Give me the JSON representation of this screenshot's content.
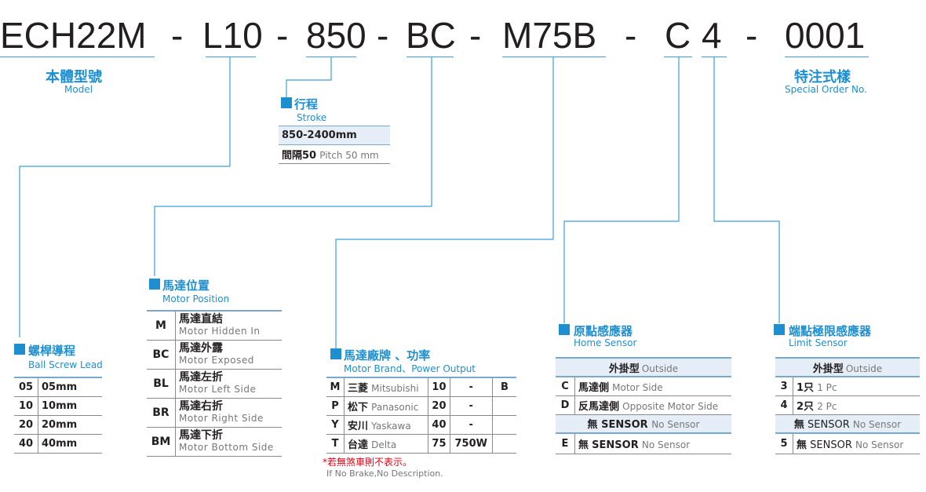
{
  "code": {
    "model": "ECH22M",
    "dash": "-",
    "lead": "L10",
    "stroke": "850",
    "position": "BC",
    "motor": "M75B",
    "home": "C",
    "limit": "4",
    "special": "0001"
  },
  "model": {
    "cn": "本體型號",
    "en": "Model"
  },
  "special": {
    "cn": "特注式樣",
    "en": "Special Order No."
  },
  "stroke": {
    "cn": "行程",
    "en": "Stroke",
    "range": "850-2400mm",
    "pitch_cn": "間隔50",
    "pitch_en": "Pitch 50 mm"
  },
  "lead": {
    "cn": "螺桿導程",
    "en": "Ball Screw Lead",
    "rows": [
      {
        "k": "05",
        "v": "05mm"
      },
      {
        "k": "10",
        "v": "10mm"
      },
      {
        "k": "20",
        "v": "20mm"
      },
      {
        "k": "40",
        "v": "40mm"
      }
    ]
  },
  "position": {
    "cn": "馬達位置",
    "en": "Motor Position",
    "rows": [
      {
        "k": "M",
        "cn": "馬達直結",
        "en": "Motor Hidden In"
      },
      {
        "k": "BC",
        "cn": "馬達外露",
        "en": "Motor Exposed"
      },
      {
        "k": "BL",
        "cn": "馬達左折",
        "en": "Motor Left Side"
      },
      {
        "k": "BR",
        "cn": "馬達右折",
        "en": "Motor Right Side"
      },
      {
        "k": "BM",
        "cn": "馬達下折",
        "en": "Motor Bottom Side"
      }
    ]
  },
  "motor": {
    "cn": "馬達廠牌 、功率",
    "en": "Motor Brand、Power Output",
    "brands": [
      {
        "k": "M",
        "cn": "三菱",
        "en": "Mitsubishi"
      },
      {
        "k": "P",
        "cn": "松下",
        "en": "Panasonic"
      },
      {
        "k": "Y",
        "cn": "安川",
        "en": "Yaskawa"
      },
      {
        "k": "T",
        "cn": "台達",
        "en": "Delta"
      }
    ],
    "powers": [
      {
        "k": "10",
        "v": "-"
      },
      {
        "k": "20",
        "v": "-"
      },
      {
        "k": "40",
        "v": "-"
      },
      {
        "k": "75",
        "v": "750W"
      }
    ],
    "brake": "B",
    "note_cn": "*若無煞車則不表示。",
    "note_en": "If No Brake,No Description."
  },
  "home": {
    "cn": "原點感應器",
    "en": "Home Sensor",
    "hdr_cn": "外掛型",
    "hdr_en": "Outside",
    "rows": [
      {
        "k": "C",
        "cn": "馬達側",
        "en": "Motor Side"
      },
      {
        "k": "D",
        "cn": "反馬達側",
        "en": "Opposite Motor Side"
      }
    ],
    "none_cn": "無",
    "none_en": "SENSOR",
    "none_en2": "No Sensor",
    "e_k": "E"
  },
  "limit": {
    "cn": "端點極限感應器",
    "en": "Limit Sensor",
    "hdr_cn": "外掛型",
    "hdr_en": "Outside",
    "rows": [
      {
        "k": "3",
        "cn": "1只",
        "en": "1 Pc"
      },
      {
        "k": "4",
        "cn": "2只",
        "en": "2 Pc"
      }
    ],
    "none_cn": "無",
    "none_en": "SENSOR",
    "none_en2": "No Sensor",
    "five_k": "5"
  }
}
